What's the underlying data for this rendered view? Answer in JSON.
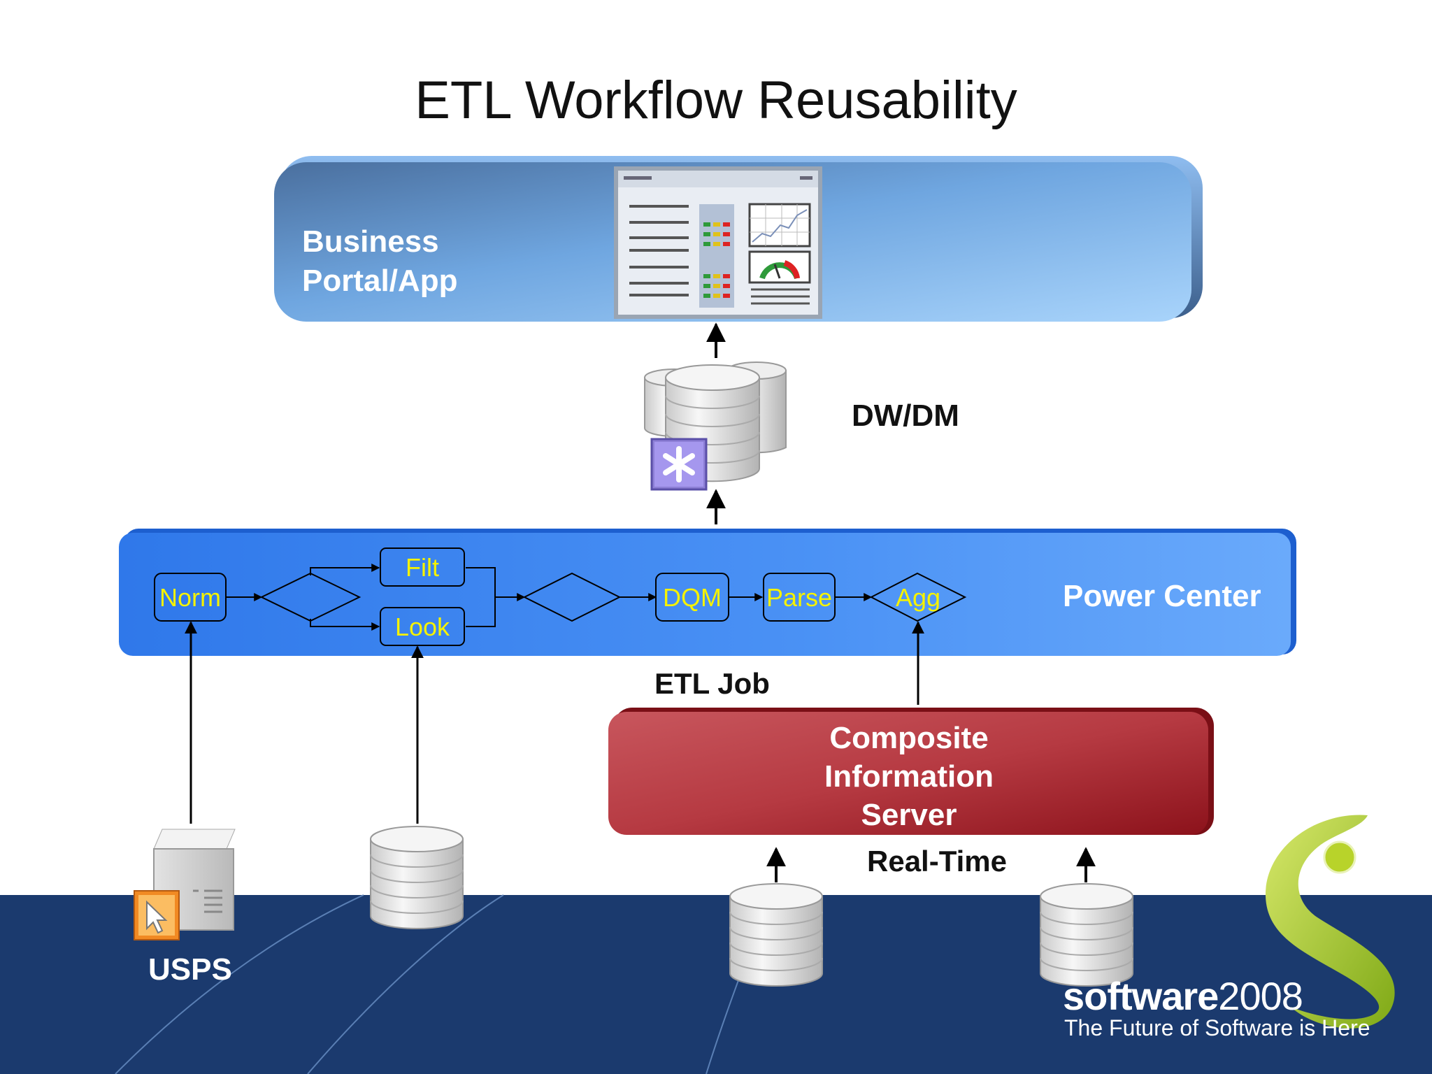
{
  "title": "ETL Workflow Reusability",
  "portal": {
    "label_line1": "Business",
    "label_line2": "Portal/App"
  },
  "dwdm": {
    "label": "DW/DM"
  },
  "power_center": {
    "label": "Power Center",
    "nodes": {
      "norm": "Norm",
      "filt": "Filt",
      "look": "Look",
      "dqm": "DQM",
      "parse": "Parse",
      "agg": "Agg"
    }
  },
  "etl_job": {
    "label": "ETL Job"
  },
  "cis": {
    "line1": "Composite",
    "line2": "Information",
    "line3": "Server"
  },
  "realtime": {
    "label": "Real-Time"
  },
  "usps": {
    "label": "USPS"
  },
  "brand": {
    "name": "software",
    "year": "2008",
    "tagline": "The Future of Software is Here"
  },
  "colors": {
    "portal_bar": "#6a9fd8",
    "power_center_bar": "#3d86f0",
    "cis_bar": "#a81e26",
    "footer_band": "#1b3a6e",
    "node_text": "#f5f200",
    "brand_green": "#9cc219"
  }
}
